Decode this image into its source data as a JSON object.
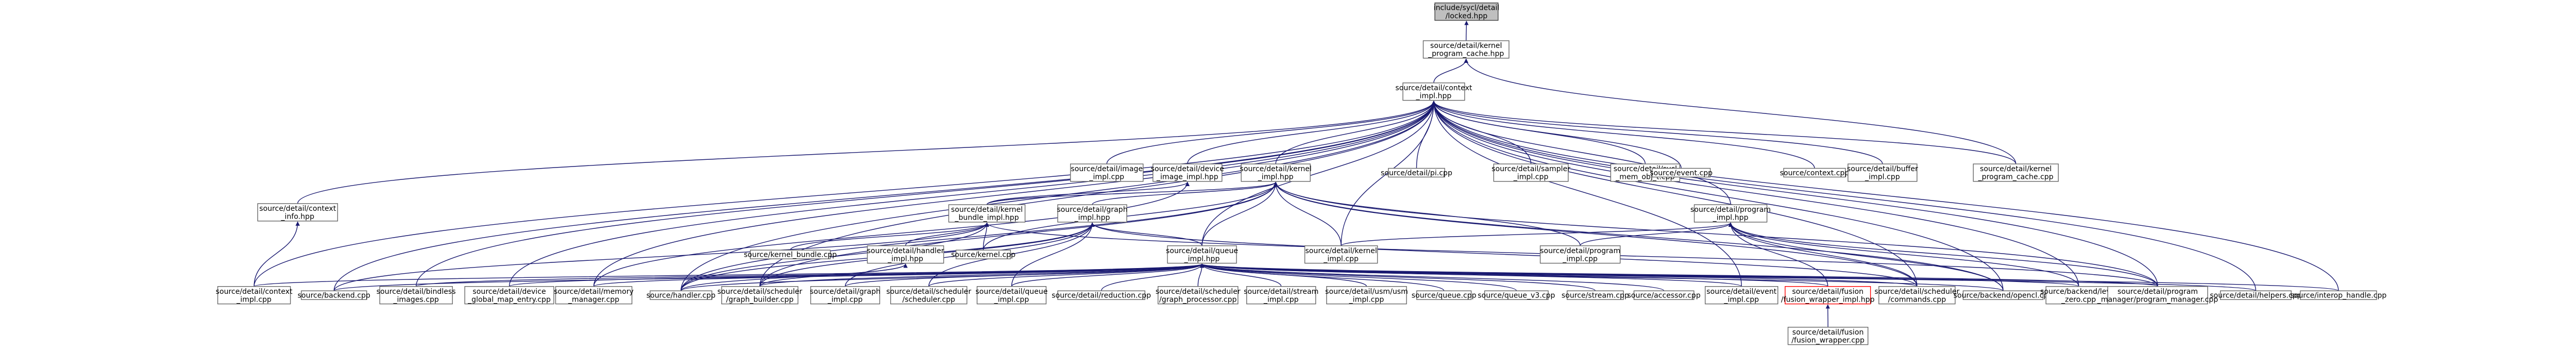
{
  "colors": {
    "root_fill": "#bfbfbf",
    "node_border": "#666666",
    "highlight_border": "#ff0000",
    "edge": "#191970",
    "arrow": "#191970"
  },
  "nodes": [
    {
      "id": "root",
      "lines": [
        "include/sycl/detail",
        "/locked.hpp"
      ],
      "style": "root"
    },
    {
      "id": "pcache_hpp",
      "lines": [
        "source/detail/kernel",
        "_program_cache.hpp"
      ]
    },
    {
      "id": "ctx_impl_hpp",
      "lines": [
        "source/detail/context",
        "_impl.hpp"
      ]
    },
    {
      "id": "ctx_info_hpp",
      "lines": [
        "source/detail/context",
        "_info.hpp"
      ]
    },
    {
      "id": "image_impl_cpp",
      "lines": [
        "source/detail/image",
        "_impl.cpp"
      ]
    },
    {
      "id": "dev_image_impl_hpp",
      "lines": [
        "source/detail/device",
        "_image_impl.hpp"
      ]
    },
    {
      "id": "kernel_impl_hpp",
      "lines": [
        "source/detail/kernel",
        "_impl.hpp"
      ]
    },
    {
      "id": "pi_cpp",
      "lines": [
        "source/detail/pi.cpp"
      ]
    },
    {
      "id": "sampler_impl_cpp",
      "lines": [
        "source/detail/sampler",
        "_impl.cpp"
      ]
    },
    {
      "id": "sycl_mem_obj_t_cpp",
      "lines": [
        "source/detail/sycl",
        "_mem_obj_t.cpp"
      ]
    },
    {
      "id": "event_cpp",
      "lines": [
        "source/event.cpp"
      ]
    },
    {
      "id": "context_cpp",
      "lines": [
        "source/context.cpp"
      ]
    },
    {
      "id": "buffer_impl_cpp",
      "lines": [
        "source/detail/buffer",
        "_impl.cpp"
      ]
    },
    {
      "id": "pcache_cpp",
      "lines": [
        "source/detail/kernel",
        "_program_cache.cpp"
      ]
    },
    {
      "id": "kb_impl_hpp",
      "lines": [
        "source/detail/kernel",
        "_bundle_impl.hpp"
      ]
    },
    {
      "id": "graph_impl_hpp",
      "lines": [
        "source/detail/graph",
        "_impl.hpp"
      ]
    },
    {
      "id": "prog_impl_hpp",
      "lines": [
        "source/detail/program",
        "_impl.hpp"
      ]
    },
    {
      "id": "kernel_bundle_cpp",
      "lines": [
        "source/kernel_bundle.cpp"
      ]
    },
    {
      "id": "handler_impl_hpp",
      "lines": [
        "source/detail/handler",
        "_impl.hpp"
      ]
    },
    {
      "id": "kernel_cpp",
      "lines": [
        "source/kernel.cpp"
      ]
    },
    {
      "id": "queue_impl_hpp",
      "lines": [
        "source/detail/queue",
        "_impl.hpp"
      ]
    },
    {
      "id": "kernel_impl_cpp",
      "lines": [
        "source/detail/kernel",
        "_impl.cpp"
      ]
    },
    {
      "id": "prog_impl_cpp",
      "lines": [
        "source/detail/program",
        "_impl.cpp"
      ]
    },
    {
      "id": "ctx_impl_cpp",
      "lines": [
        "source/detail/context",
        "_impl.cpp"
      ]
    },
    {
      "id": "backend_cpp",
      "lines": [
        "source/backend.cpp"
      ]
    },
    {
      "id": "bindless_cpp",
      "lines": [
        "source/detail/bindless",
        "_images.cpp"
      ]
    },
    {
      "id": "gmap_cpp",
      "lines": [
        "source/detail/device",
        "_global_map_entry.cpp"
      ]
    },
    {
      "id": "mem_mgr_cpp",
      "lines": [
        "source/detail/memory",
        "_manager.cpp"
      ]
    },
    {
      "id": "handler_cpp",
      "lines": [
        "source/handler.cpp"
      ]
    },
    {
      "id": "graph_builder_cpp",
      "lines": [
        "source/detail/scheduler",
        "/graph_builder.cpp"
      ]
    },
    {
      "id": "graph_impl_cpp",
      "lines": [
        "source/detail/graph",
        "_impl.cpp"
      ]
    },
    {
      "id": "scheduler_cpp",
      "lines": [
        "source/detail/scheduler",
        "/scheduler.cpp"
      ]
    },
    {
      "id": "queue_impl_cpp",
      "lines": [
        "source/detail/queue",
        "_impl.cpp"
      ]
    },
    {
      "id": "reduction_cpp",
      "lines": [
        "source/detail/reduction.cpp"
      ]
    },
    {
      "id": "gproc_cpp",
      "lines": [
        "source/detail/scheduler",
        "/graph_processor.cpp"
      ]
    },
    {
      "id": "stream_impl_cpp",
      "lines": [
        "source/detail/stream",
        "_impl.cpp"
      ]
    },
    {
      "id": "usm_impl_cpp",
      "lines": [
        "source/detail/usm/usm",
        "_impl.cpp"
      ]
    },
    {
      "id": "queue_cpp",
      "lines": [
        "source/queue.cpp"
      ]
    },
    {
      "id": "queue_v3_cpp",
      "lines": [
        "source/queue_v3.cpp"
      ]
    },
    {
      "id": "stream_cpp",
      "lines": [
        "source/stream.cpp"
      ]
    },
    {
      "id": "accessor_cpp",
      "lines": [
        "source/accessor.cpp"
      ]
    },
    {
      "id": "event_impl_cpp",
      "lines": [
        "source/detail/event",
        "_impl.cpp"
      ]
    },
    {
      "id": "fusion_hpp",
      "lines": [
        "source/detail/fusion",
        "/fusion_wrapper_impl.hpp"
      ],
      "style": "red"
    },
    {
      "id": "commands_cpp",
      "lines": [
        "source/detail/scheduler",
        "/commands.cpp"
      ]
    },
    {
      "id": "opencl_cpp",
      "lines": [
        "source/backend/opencl.cpp"
      ]
    },
    {
      "id": "level_zero_cpp",
      "lines": [
        "source/backend/level",
        "_zero.cpp"
      ]
    },
    {
      "id": "pmgr_cpp",
      "lines": [
        "source/detail/program",
        "_manager/program_manager.cpp"
      ]
    },
    {
      "id": "helpers_cpp",
      "lines": [
        "source/detail/helpers.cpp"
      ]
    },
    {
      "id": "interop_cpp",
      "lines": [
        "source/interop_handle.cpp"
      ]
    },
    {
      "id": "fusion_cpp",
      "lines": [
        "source/detail/fusion",
        "/fusion_wrapper.cpp"
      ]
    }
  ],
  "edges": [
    [
      "pcache_hpp",
      "root"
    ],
    [
      "ctx_impl_hpp",
      "pcache_hpp"
    ],
    [
      "pcache_cpp",
      "pcache_hpp"
    ],
    [
      "ctx_info_hpp",
      "ctx_impl_hpp"
    ],
    [
      "image_impl_cpp",
      "ctx_impl_hpp"
    ],
    [
      "dev_image_impl_hpp",
      "ctx_impl_hpp"
    ],
    [
      "kernel_impl_hpp",
      "ctx_impl_hpp"
    ],
    [
      "pi_cpp",
      "ctx_impl_hpp"
    ],
    [
      "sampler_impl_cpp",
      "ctx_impl_hpp"
    ],
    [
      "sycl_mem_obj_t_cpp",
      "ctx_impl_hpp"
    ],
    [
      "event_cpp",
      "ctx_impl_hpp"
    ],
    [
      "context_cpp",
      "ctx_impl_hpp"
    ],
    [
      "buffer_impl_cpp",
      "ctx_impl_hpp"
    ],
    [
      "pcache_cpp",
      "ctx_impl_hpp"
    ],
    [
      "prog_impl_hpp",
      "ctx_impl_hpp"
    ],
    [
      "queue_impl_hpp",
      "ctx_impl_hpp"
    ],
    [
      "ctx_impl_cpp",
      "ctx_impl_hpp"
    ],
    [
      "kernel_impl_cpp",
      "ctx_impl_hpp"
    ],
    [
      "mem_mgr_cpp",
      "ctx_impl_hpp"
    ],
    [
      "gmap_cpp",
      "ctx_impl_hpp"
    ],
    [
      "bindless_cpp",
      "ctx_impl_hpp"
    ],
    [
      "backend_cpp",
      "ctx_impl_hpp"
    ],
    [
      "handler_cpp",
      "ctx_impl_hpp"
    ],
    [
      "graph_builder_cpp",
      "ctx_impl_hpp"
    ],
    [
      "commands_cpp",
      "ctx_impl_hpp"
    ],
    [
      "opencl_cpp",
      "ctx_impl_hpp"
    ],
    [
      "level_zero_cpp",
      "ctx_impl_hpp"
    ],
    [
      "pmgr_cpp",
      "ctx_impl_hpp"
    ],
    [
      "helpers_cpp",
      "ctx_impl_hpp"
    ],
    [
      "interop_cpp",
      "ctx_impl_hpp"
    ],
    [
      "event_impl_cpp",
      "ctx_impl_hpp"
    ],
    [
      "ctx_impl_cpp",
      "ctx_info_hpp"
    ],
    [
      "mem_mgr_cpp",
      "dev_image_impl_hpp"
    ],
    [
      "kb_impl_hpp",
      "dev_image_impl_hpp"
    ],
    [
      "kb_impl_hpp",
      "kernel_impl_hpp"
    ],
    [
      "graph_impl_hpp",
      "kernel_impl_hpp"
    ],
    [
      "queue_impl_hpp",
      "kernel_impl_hpp"
    ],
    [
      "kernel_impl_cpp",
      "kernel_impl_hpp"
    ],
    [
      "prog_impl_cpp",
      "kernel_impl_hpp"
    ],
    [
      "kernel_cpp",
      "kernel_impl_hpp"
    ],
    [
      "commands_cpp",
      "kernel_impl_hpp"
    ],
    [
      "opencl_cpp",
      "kernel_impl_hpp"
    ],
    [
      "pmgr_cpp",
      "kernel_impl_hpp"
    ],
    [
      "handler_cpp",
      "kernel_impl_hpp"
    ],
    [
      "graph_builder_cpp",
      "kernel_impl_hpp"
    ],
    [
      "kernel_bundle_cpp",
      "kb_impl_hpp"
    ],
    [
      "handler_impl_hpp",
      "kb_impl_hpp"
    ],
    [
      "kernel_cpp",
      "kb_impl_hpp"
    ],
    [
      "backend_cpp",
      "kb_impl_hpp"
    ],
    [
      "handler_cpp",
      "kb_impl_hpp"
    ],
    [
      "pmgr_cpp",
      "kb_impl_hpp"
    ],
    [
      "handler_cpp",
      "handler_impl_hpp"
    ],
    [
      "graph_builder_cpp",
      "handler_impl_hpp"
    ],
    [
      "queue_impl_hpp",
      "graph_impl_hpp"
    ],
    [
      "handler_cpp",
      "graph_impl_hpp"
    ],
    [
      "graph_impl_cpp",
      "graph_impl_hpp"
    ],
    [
      "scheduler_cpp",
      "graph_impl_hpp"
    ],
    [
      "queue_impl_cpp",
      "graph_impl_hpp"
    ],
    [
      "graph_builder_cpp",
      "graph_impl_hpp"
    ],
    [
      "commands_cpp",
      "graph_impl_hpp"
    ],
    [
      "kernel_impl_cpp",
      "prog_impl_hpp"
    ],
    [
      "prog_impl_cpp",
      "prog_impl_hpp"
    ],
    [
      "fusion_hpp",
      "prog_impl_hpp"
    ],
    [
      "commands_cpp",
      "prog_impl_hpp"
    ],
    [
      "opencl_cpp",
      "prog_impl_hpp"
    ],
    [
      "level_zero_cpp",
      "prog_impl_hpp"
    ],
    [
      "pmgr_cpp",
      "prog_impl_hpp"
    ],
    [
      "ctx_impl_cpp",
      "queue_impl_hpp"
    ],
    [
      "backend_cpp",
      "queue_impl_hpp"
    ],
    [
      "bindless_cpp",
      "queue_impl_hpp"
    ],
    [
      "gmap_cpp",
      "queue_impl_hpp"
    ],
    [
      "mem_mgr_cpp",
      "queue_impl_hpp"
    ],
    [
      "handler_cpp",
      "queue_impl_hpp"
    ],
    [
      "graph_builder_cpp",
      "queue_impl_hpp"
    ],
    [
      "graph_impl_cpp",
      "queue_impl_hpp"
    ],
    [
      "scheduler_cpp",
      "queue_impl_hpp"
    ],
    [
      "queue_impl_cpp",
      "queue_impl_hpp"
    ],
    [
      "reduction_cpp",
      "queue_impl_hpp"
    ],
    [
      "gproc_cpp",
      "queue_impl_hpp"
    ],
    [
      "stream_impl_cpp",
      "queue_impl_hpp"
    ],
    [
      "usm_impl_cpp",
      "queue_impl_hpp"
    ],
    [
      "queue_cpp",
      "queue_impl_hpp"
    ],
    [
      "queue_v3_cpp",
      "queue_impl_hpp"
    ],
    [
      "stream_cpp",
      "queue_impl_hpp"
    ],
    [
      "accessor_cpp",
      "queue_impl_hpp"
    ],
    [
      "event_impl_cpp",
      "queue_impl_hpp"
    ],
    [
      "fusion_hpp",
      "queue_impl_hpp"
    ],
    [
      "commands_cpp",
      "queue_impl_hpp"
    ],
    [
      "opencl_cpp",
      "queue_impl_hpp"
    ],
    [
      "level_zero_cpp",
      "queue_impl_hpp"
    ],
    [
      "pmgr_cpp",
      "queue_impl_hpp"
    ],
    [
      "helpers_cpp",
      "queue_impl_hpp"
    ],
    [
      "interop_cpp",
      "queue_impl_hpp"
    ],
    [
      "fusion_cpp",
      "fusion_hpp"
    ]
  ]
}
